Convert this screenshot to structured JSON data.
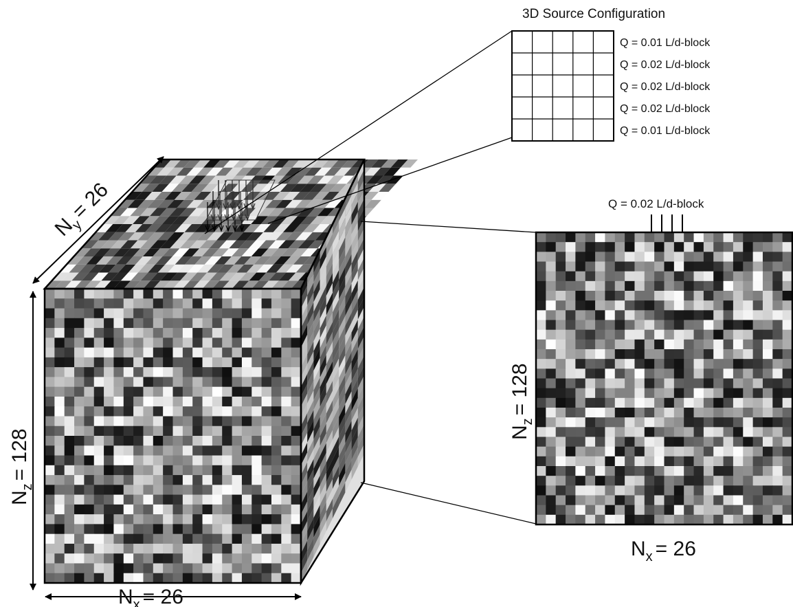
{
  "source_config": {
    "title": "3D Source Configuration",
    "grid_rows": 5,
    "grid_cols": 5,
    "rates": [
      "Q = 0.01 L/d-block",
      "Q = 0.02 L/d-block",
      "Q = 0.02 L/d-block",
      "Q = 0.02 L/d-block",
      "Q = 0.01 L/d-block"
    ]
  },
  "cube": {
    "ny": {
      "symbol": "N",
      "sub": "y",
      "value": "= 26"
    },
    "nz": {
      "symbol": "N",
      "sub": "z",
      "value": "= 128"
    },
    "nx": {
      "symbol": "N",
      "sub": "x",
      "value": "= 26"
    }
  },
  "slice": {
    "source_label": "Q = 0.02 L/d-block",
    "nz": {
      "symbol": "N",
      "sub": "z",
      "value": "= 128"
    },
    "nx": {
      "symbol": "N",
      "sub": "x",
      "value": "= 26"
    }
  }
}
